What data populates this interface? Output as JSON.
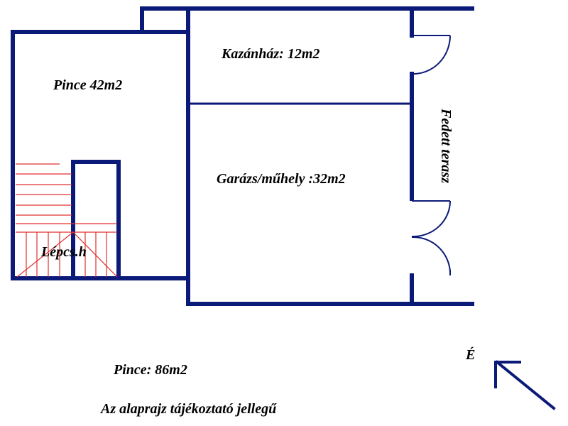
{
  "rooms": {
    "pince": "Pince 42m2",
    "kazanhaz": "Kazánház: 12m2",
    "garazs": "Garázs/műhely :32m2",
    "lepcsohaz": "Lépcs.h",
    "terasz": "Fedett terasz"
  },
  "summary": {
    "total": "Pince: 86m2",
    "note": "Az alaprajz tájékoztató jellegű"
  },
  "compass": {
    "label": "É",
    "icon": "north-arrow-icon"
  },
  "colors": {
    "walls": "#0b1a78",
    "stairs": "#e03030"
  }
}
